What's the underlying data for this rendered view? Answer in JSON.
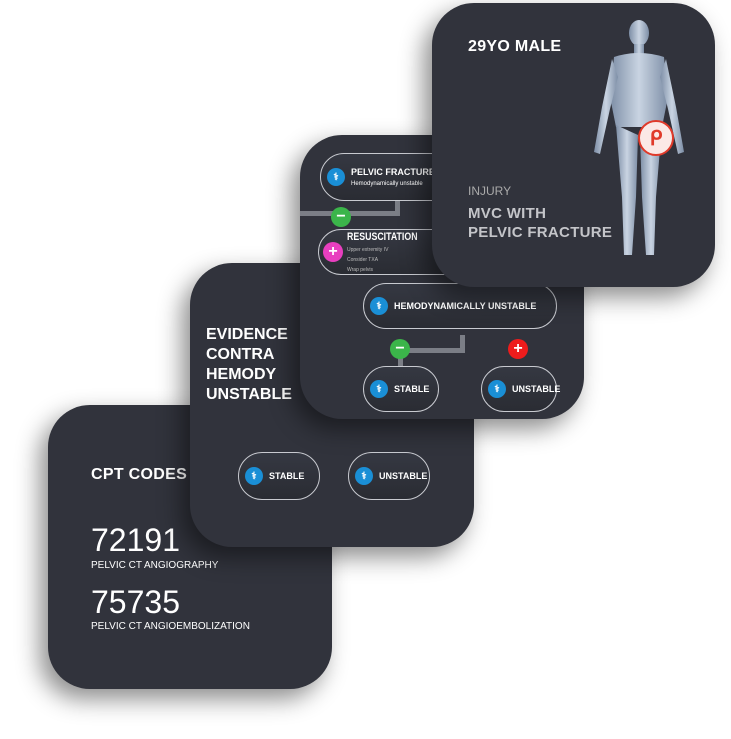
{
  "cpt": {
    "title": "CPT CODES",
    "codes": [
      {
        "code": "72191",
        "desc": "PELVIC CT ANGIOGRAPHY"
      },
      {
        "code": "75735",
        "desc": "PELVIC CT ANGIOEMBOLIZATION"
      }
    ]
  },
  "evidence": {
    "title_lines": [
      "EVIDENCE",
      "CONTRA",
      "HEMODY",
      "UNSTABLE"
    ],
    "stable": "STABLE",
    "unstable": "UNSTABLE"
  },
  "flow": {
    "pelvic_title": "PELVIC FRACTURE",
    "pelvic_sub": "Hemodynamically unstable",
    "resus_title": "RESUSCITATION",
    "resus_items": [
      "Upper extremity IV",
      "Consider TXA",
      "Wrap pelvis"
    ],
    "hemo": "HEMODYNAMICALLY UNSTABLE",
    "stable": "STABLE",
    "unstable": "UNSTABLE",
    "minus": "−",
    "plus": "+"
  },
  "patient": {
    "title": "29YO MALE",
    "injury_label": "INJURY",
    "injury_lines": [
      "MVC WITH",
      "PELVIC FRACTURE"
    ]
  },
  "colors": {
    "card": "#31333c",
    "blue": "#1a8fd6",
    "green": "#3bb54a",
    "pink": "#e83fbf",
    "red": "#ee1c1c"
  }
}
